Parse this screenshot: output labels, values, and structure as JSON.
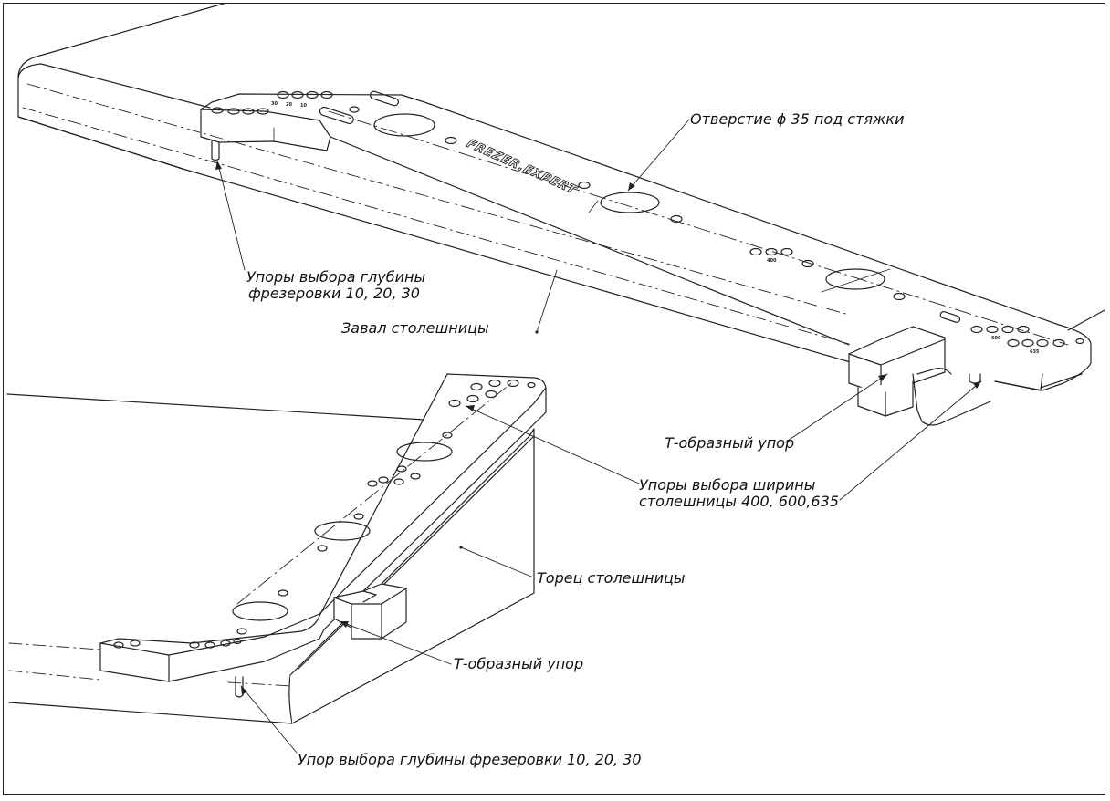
{
  "labels": {
    "hole": "Отверстие ϕ  35 под стяжки",
    "depth_stops_line1": "Упоры выбора глубины",
    "depth_stops_line2": "фрезеровки 10, 20, 30",
    "countertop_bevel": "Завал столешницы",
    "t_stop_top": "Т-образный упор",
    "width_stops_line1": "Упоры  выбора ширины",
    "width_stops_line2": "столешницы 400, 600,635",
    "countertop_end": "Торец столешницы",
    "t_stop_bottom": "Т-образный упор",
    "depth_stop_single": "Упор выбора глубины фрезеровки 10, 20, 30"
  },
  "template_markings": {
    "brand": "FREZER.EXPERT",
    "depth_values": [
      "30",
      "20",
      "10"
    ],
    "width_400": "400",
    "width_600": "600",
    "width_635": "635"
  }
}
